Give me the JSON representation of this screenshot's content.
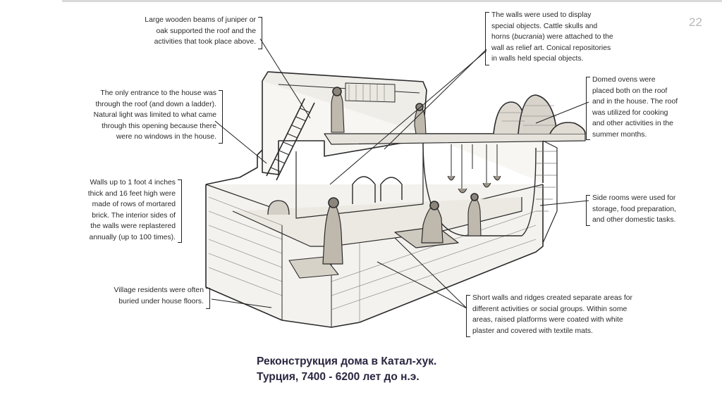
{
  "page_number": "22",
  "annotations": {
    "beams": [
      "Large wooden beams of juniper or",
      "oak supported the roof and the",
      "activities that took place above."
    ],
    "entrance": [
      "The only entrance to the house was",
      "through the roof (and down a ladder).",
      "Natural light was limited to what came",
      "through this opening because there",
      "were no windows in the house."
    ],
    "walls_thick": [
      "Walls up to 1 foot 4 inches",
      "thick and 16 feet high were",
      "made of rows of mortared",
      "brick. The interior sides of",
      "the walls were replastered",
      "annually (up to 100 times)."
    ],
    "burial": [
      "Village residents were often",
      "buried under house floors."
    ],
    "display": {
      "line1": "The walls were used to display",
      "line2": "special objects. Cattle skulls and",
      "line3_pre": "horns (",
      "line3_em": "bucrania",
      "line3_post": ") were attached to the",
      "line4": "wall as relief art. Conical repositories",
      "line5": "in walls held special objects."
    },
    "ovens": [
      "Domed ovens were",
      "placed both on the roof",
      "and in the house. The roof",
      "was utilized for cooking",
      "and other activities in the",
      "summer months."
    ],
    "side_rooms": [
      "Side rooms were used for",
      "storage, food preparation,",
      "and other domestic tasks."
    ],
    "short_walls": [
      "Short walls and ridges created separate areas for",
      "different activities or social groups. Within some",
      "areas, raised platforms were coated with white",
      "plaster and covered with textile mats."
    ]
  },
  "caption": [
    "Реконструкция  дома в Катал-хук.",
    "Турция, 7400 - 6200 лет до н.э."
  ]
}
